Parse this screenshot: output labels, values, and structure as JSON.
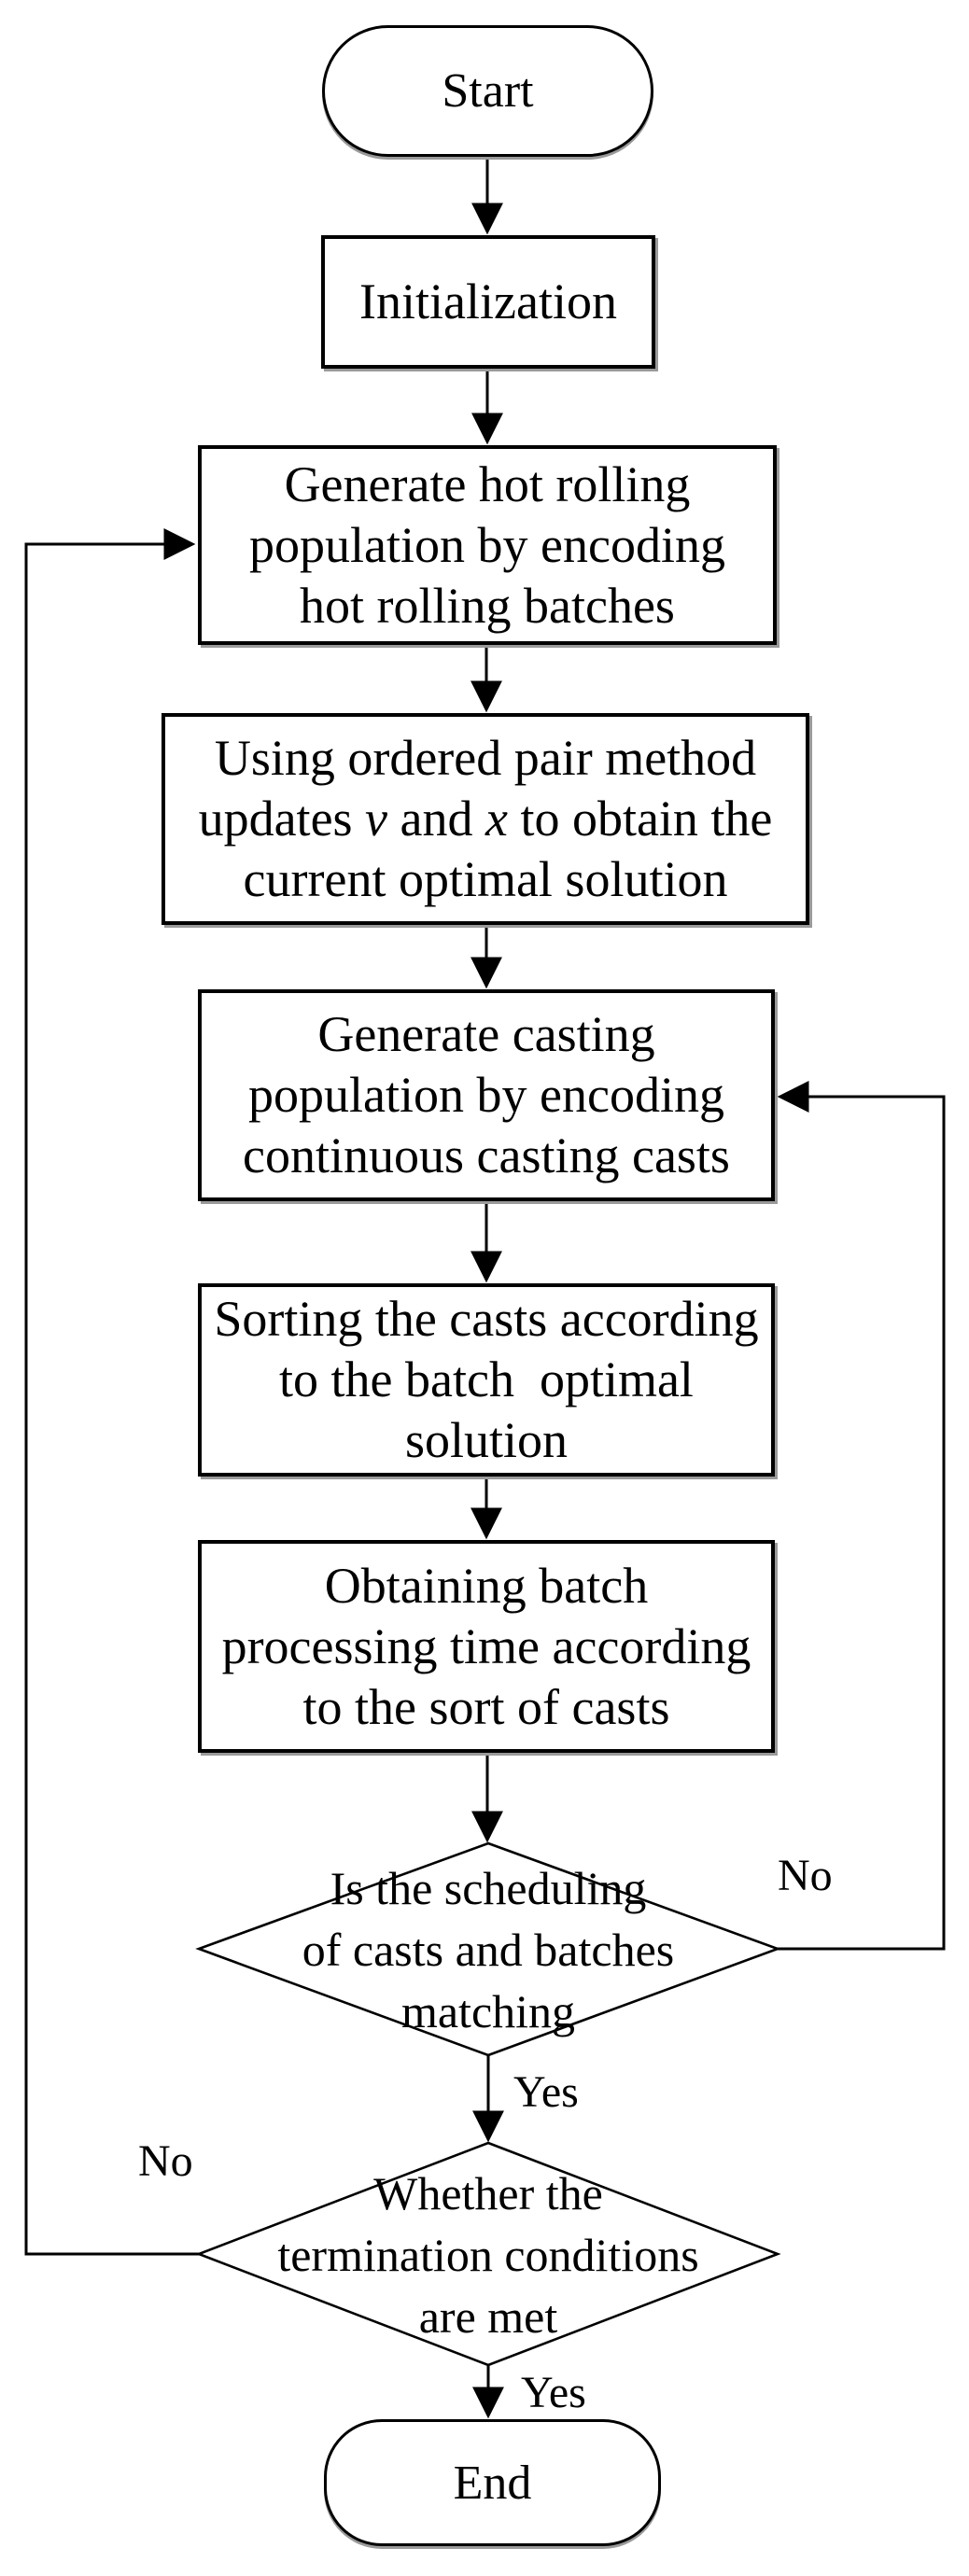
{
  "nodes": {
    "start": {
      "label": "Start"
    },
    "initialization": {
      "label": "Initialization"
    },
    "generate_hot_rolling": {
      "lines": [
        "Generate hot rolling",
        "population by encoding",
        "hot rolling batches"
      ]
    },
    "ordered_pair": {
      "line1": "Using ordered pair method",
      "line2_pre": "updates ",
      "line2_var1": "v",
      "line2_mid": " and ",
      "line2_var2": "x",
      "line2_post": " to obtain the",
      "line3": "current optimal solution"
    },
    "generate_casting": {
      "lines": [
        "Generate casting",
        "population by encoding",
        "continuous casting casts"
      ]
    },
    "sorting_casts": {
      "lines": [
        "Sorting the casts according",
        "to the batch  optimal",
        "solution"
      ]
    },
    "obtaining_batch": {
      "lines": [
        "Obtaining batch",
        "processing time according",
        "to the sort of casts"
      ]
    },
    "decision_matching": {
      "lines": [
        "Is the scheduling",
        "of casts and batches",
        "matching"
      ]
    },
    "decision_termination": {
      "lines": [
        "Whether the",
        "termination conditions",
        "are met"
      ]
    },
    "end": {
      "label": "End"
    }
  },
  "edge_labels": {
    "matching_no": "No",
    "matching_yes": "Yes",
    "termination_no": "No",
    "termination_yes": "Yes"
  },
  "colors": {
    "bg": "#ffffff",
    "stroke": "#000000",
    "text": "#000000",
    "shadow": "#9a9a9a"
  }
}
